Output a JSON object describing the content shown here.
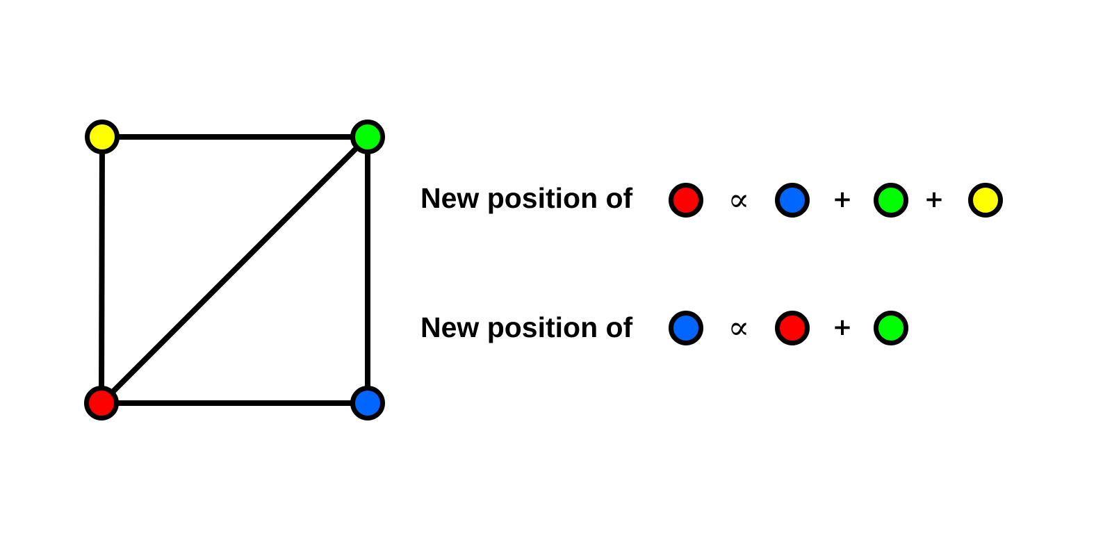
{
  "colors": {
    "red": "#ff0000",
    "blue": "#0066ff",
    "green": "#00ff00",
    "yellow": "#ffff00",
    "outline": "#000000"
  },
  "graph": {
    "nodes": [
      {
        "id": "yellow",
        "color": "yellow",
        "corner": "top-left"
      },
      {
        "id": "green",
        "color": "green",
        "corner": "top-right"
      },
      {
        "id": "red",
        "color": "red",
        "corner": "bottom-left"
      },
      {
        "id": "blue",
        "color": "blue",
        "corner": "bottom-right"
      }
    ],
    "edges": [
      [
        "yellow",
        "green"
      ],
      [
        "yellow",
        "red"
      ],
      [
        "green",
        "blue"
      ],
      [
        "red",
        "blue"
      ],
      [
        "red",
        "green"
      ]
    ]
  },
  "equations": [
    {
      "label": "New position of",
      "subject": "red",
      "relation": "∝",
      "terms": [
        "blue",
        "green",
        "yellow"
      ],
      "operator": "+"
    },
    {
      "label": "New position of",
      "subject": "blue",
      "relation": "∝",
      "terms": [
        "red",
        "green"
      ],
      "operator": "+"
    }
  ]
}
